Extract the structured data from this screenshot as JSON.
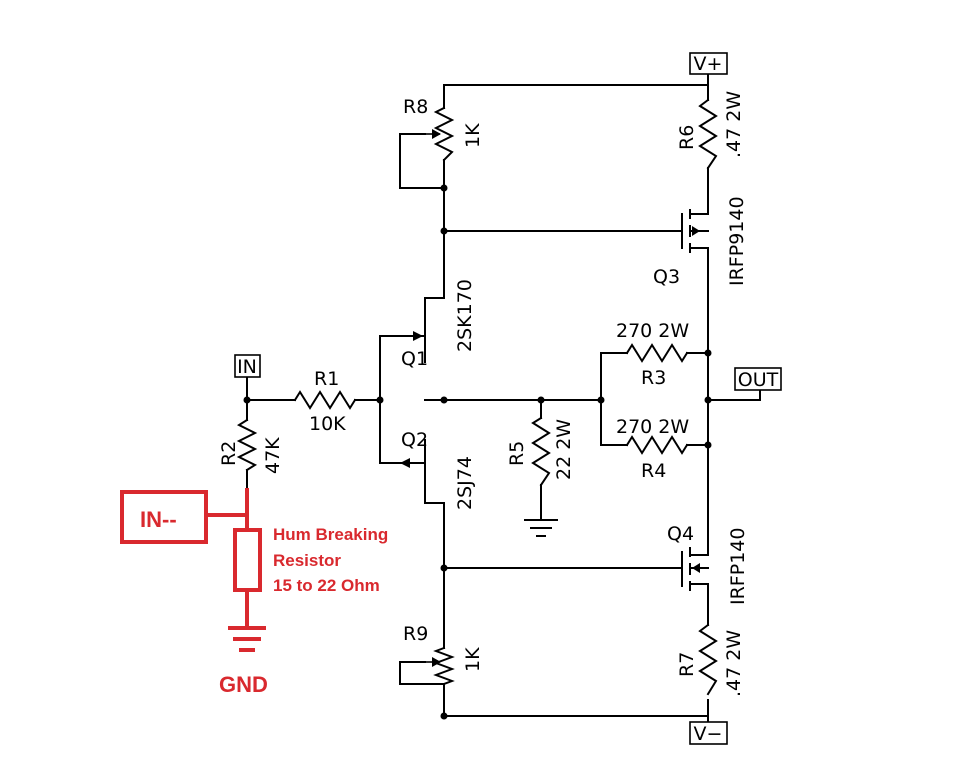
{
  "ports": {
    "vplus": "V+",
    "vminus": "V−",
    "in": "IN",
    "out": "OUT"
  },
  "components": {
    "r1": {
      "ref": "R1",
      "value": "10K"
    },
    "r2": {
      "ref": "R2",
      "value": "47K"
    },
    "r3": {
      "ref": "R3",
      "value": "270 2W"
    },
    "r4": {
      "ref": "R4",
      "value": "270 2W"
    },
    "r5": {
      "ref": "R5",
      "value": "22 2W"
    },
    "r6": {
      "ref": "R6",
      "value": ".47 2W"
    },
    "r7": {
      "ref": "R7",
      "value": ".47 2W"
    },
    "r8": {
      "ref": "R8",
      "value": "1K"
    },
    "r9": {
      "ref": "R9",
      "value": "1K"
    },
    "q1": {
      "ref": "Q1",
      "part": "2SK170"
    },
    "q2": {
      "ref": "Q2",
      "part": "2SJ74"
    },
    "q3": {
      "ref": "Q3",
      "part": "IRFP9140"
    },
    "q4": {
      "ref": "Q4",
      "part": "IRFP140"
    }
  },
  "annotation": {
    "input_label": "IN--",
    "resistor_note": [
      "Hum Breaking",
      "Resistor",
      "15 to 22 Ohm"
    ],
    "ground_label": "GND"
  },
  "colors": {
    "wire": "#000000",
    "annotation": "#d9292e",
    "background": "#ffffff"
  }
}
